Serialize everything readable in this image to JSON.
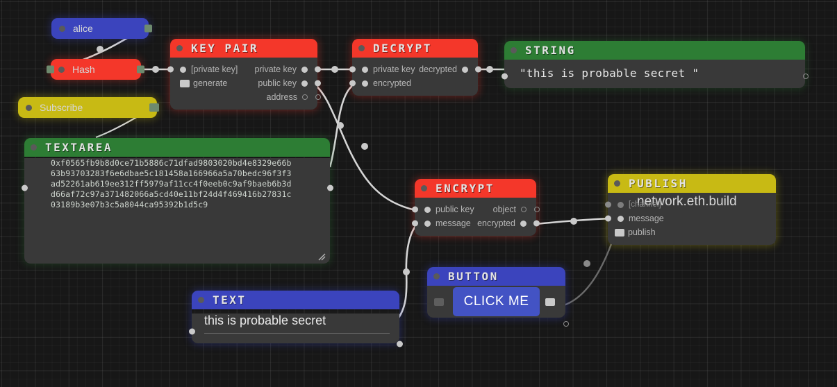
{
  "app": {
    "canvas_name": "node-graph-canvas",
    "background": "#171717"
  },
  "colors": {
    "red": "#f4372a",
    "green": "#2d7d34",
    "blue": "#3b44bd",
    "yellow": "#c8ba14",
    "body": "#393939",
    "wire": "#d5d5d5",
    "wire_dim": "#5f5f5f"
  },
  "nodes": {
    "alice": {
      "title": "alice",
      "color": "#3b44bd",
      "type": "collapsed-pill"
    },
    "hash": {
      "title": "Hash",
      "color": "#f4372a",
      "type": "collapsed-pill"
    },
    "subscribe": {
      "title": "Subscribe",
      "color": "#c8ba14",
      "type": "collapsed-pill"
    },
    "keypair": {
      "title": "KEY PAIR",
      "color": "#f4372a",
      "inputs": [
        {
          "label": "[private key]",
          "kind": "port"
        },
        {
          "label": "generate",
          "kind": "checkbox"
        }
      ],
      "outputs": [
        {
          "label": "private key",
          "filled": true
        },
        {
          "label": "public key",
          "filled": true
        },
        {
          "label": "address",
          "filled": false
        }
      ]
    },
    "decrypt": {
      "title": "DECRYPT",
      "color": "#f4372a",
      "inputs": [
        {
          "label": "private key",
          "kind": "port"
        },
        {
          "label": "encrypted",
          "kind": "port"
        }
      ],
      "outputs": [
        {
          "label": "decrypted",
          "filled": true
        }
      ]
    },
    "string": {
      "title": "STRING",
      "color": "#2d7d34",
      "value": "\"this is probable secret \""
    },
    "textarea": {
      "title": "TEXTAREA",
      "color": "#2d7d34",
      "value": "0xf0565fb9b8d0ce71b5886c71dfad9803020bd4e8329e66b\n63b93703283f6e6dbae5c181458a166966a5a70bedc96f3f3\nad52261ab619ee312ff5979af11cc4f0eeb0c9af9baeb6b3d\nd66af72c97a371482066a5cd40e11bf24d4f469416b27831c\n03189b3e07b3c5a8044ca95392b1d5c9"
    },
    "encrypt": {
      "title": "ENCRYPT",
      "color": "#f4372a",
      "inputs": [
        {
          "label": "public key",
          "kind": "port"
        },
        {
          "label": "message",
          "kind": "port"
        }
      ],
      "outputs": [
        {
          "label": "object",
          "filled": false
        },
        {
          "label": "encrypted",
          "filled": true
        }
      ]
    },
    "publish": {
      "title": "PUBLISH",
      "color": "#c8ba14",
      "channel_placeholder": "[channel]",
      "channel_value": "network.eth.build",
      "inputs": [
        {
          "label": "message",
          "kind": "port"
        },
        {
          "label": "publish",
          "kind": "checkbox"
        }
      ]
    },
    "button": {
      "title": "BUTTON",
      "color": "#3b44bd",
      "button_label": "CLICK ME"
    },
    "text": {
      "title": "TEXT",
      "color": "#3b44bd",
      "value": "this is probable secret"
    }
  }
}
